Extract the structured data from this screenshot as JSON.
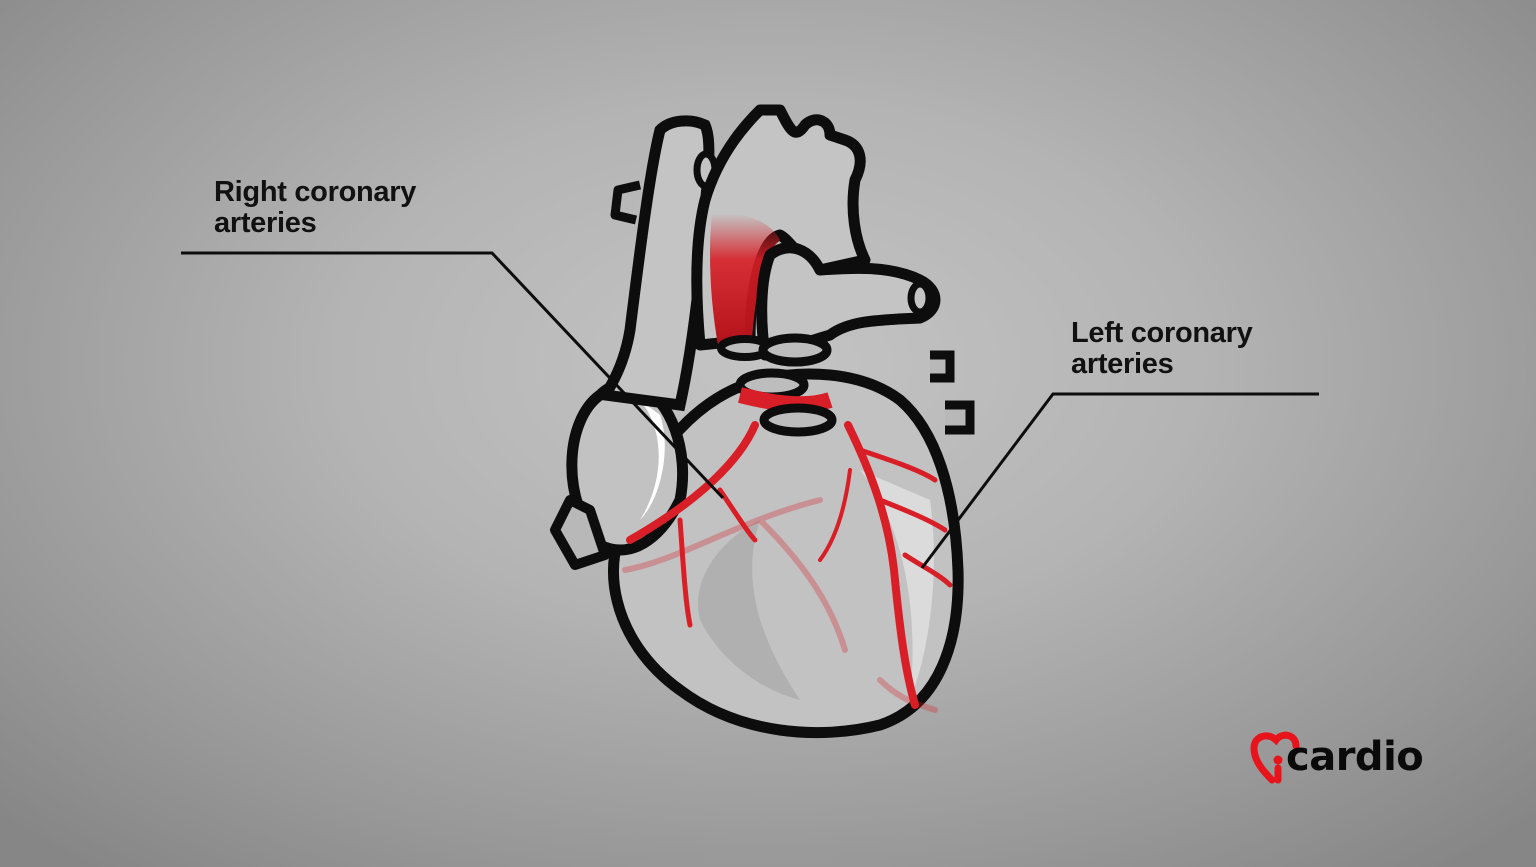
{
  "labels": {
    "right_coronary": {
      "line1": "Right coronary",
      "line2": "arteries"
    },
    "left_coronary": {
      "line1": "Left coronary",
      "line2": "arteries"
    }
  },
  "logo": {
    "text": "cardio",
    "icon": "heart-i-icon",
    "accent_color": "#e8141c"
  },
  "colors": {
    "artery_red": "#d81e26",
    "outline": "#0d0d0d",
    "heart_fill": "#bdbdbd",
    "background": "#b4b4b4"
  }
}
